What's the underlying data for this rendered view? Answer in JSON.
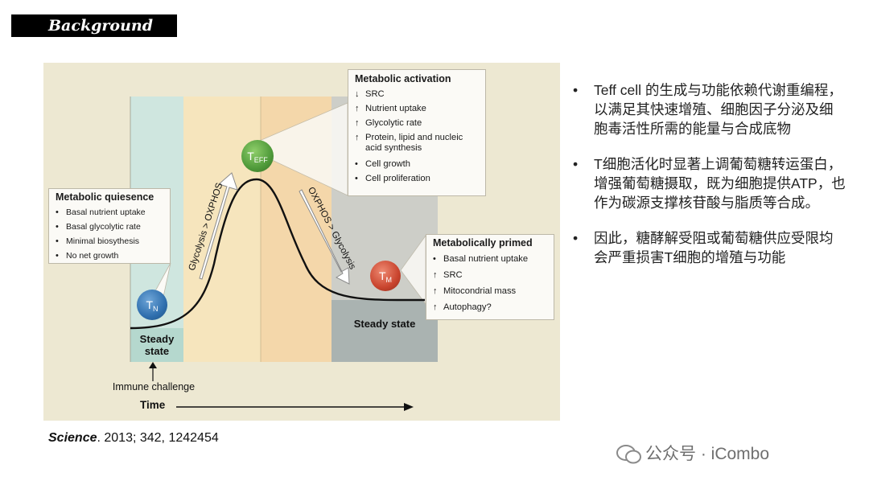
{
  "header": {
    "title": "Background"
  },
  "figure": {
    "quiescence_box": {
      "heading": "Metabolic quiesence",
      "items": [
        "Basal nutrient uptake",
        "Basal glycolytic rate",
        "Minimal biosythesis",
        "No net growth"
      ]
    },
    "activation_box": {
      "heading": "Metabolic activation",
      "items": [
        {
          "mark": "↓",
          "text": "SRC"
        },
        {
          "mark": "↑",
          "text": "Nutrient uptake"
        },
        {
          "mark": "↑",
          "text": "Glycolytic rate"
        },
        {
          "mark": "↑",
          "text": "Protein, lipid and nucleic acid synthesis"
        },
        {
          "mark": "•",
          "text": "Cell growth"
        },
        {
          "mark": "•",
          "text": "Cell proliferation"
        }
      ]
    },
    "primed_box": {
      "heading": "Metabolically primed",
      "items": [
        {
          "mark": "•",
          "text": "Basal nutrient uptake"
        },
        {
          "mark": "↑",
          "text": "SRC"
        },
        {
          "mark": "↑",
          "text": "Mitocondrial mass"
        },
        {
          "mark": "↑",
          "text": "Autophagy?"
        }
      ]
    },
    "cells": {
      "tn": {
        "main": "T",
        "sub": "N"
      },
      "teff": {
        "main": "T",
        "sub": "EFF"
      },
      "tm": {
        "main": "T",
        "sub": "M"
      }
    },
    "arrow_up_label": "Glycolysis > OXPHOS",
    "arrow_down_label": "OXPHOS > Glycolysis",
    "steady_state_left": "Steady state",
    "steady_state_right": "Steady state",
    "immune_challenge": "Immune challenge",
    "time_label": "Time",
    "colors": {
      "teal": "#cfe6df",
      "yellow": "#f6e5bd",
      "orange": "#f4d7aa",
      "grey": "#c9cac4",
      "teff_cell": "#4f9a3a",
      "tn_cell": "#2f6fae",
      "tm_cell": "#c9442e"
    }
  },
  "citation": {
    "journal": "Science",
    "details": ". 2013; 342, 1242454"
  },
  "bullets": [
    "Teff cell 的生成与功能依赖代谢重编程，以满足其快速增殖、细胞因子分泌及细胞毒活性所需的能量与合成底物",
    "T细胞活化时显著上调葡萄糖转运蛋白，增强葡萄糖摄取，既为细胞提供ATP，也作为碳源支撑核苷酸与脂质等合成。",
    "因此，糖酵解受阻或葡萄糖供应受限均会严重损害T细胞的增殖与功能"
  ],
  "watermark": "公众号 · iCombo"
}
